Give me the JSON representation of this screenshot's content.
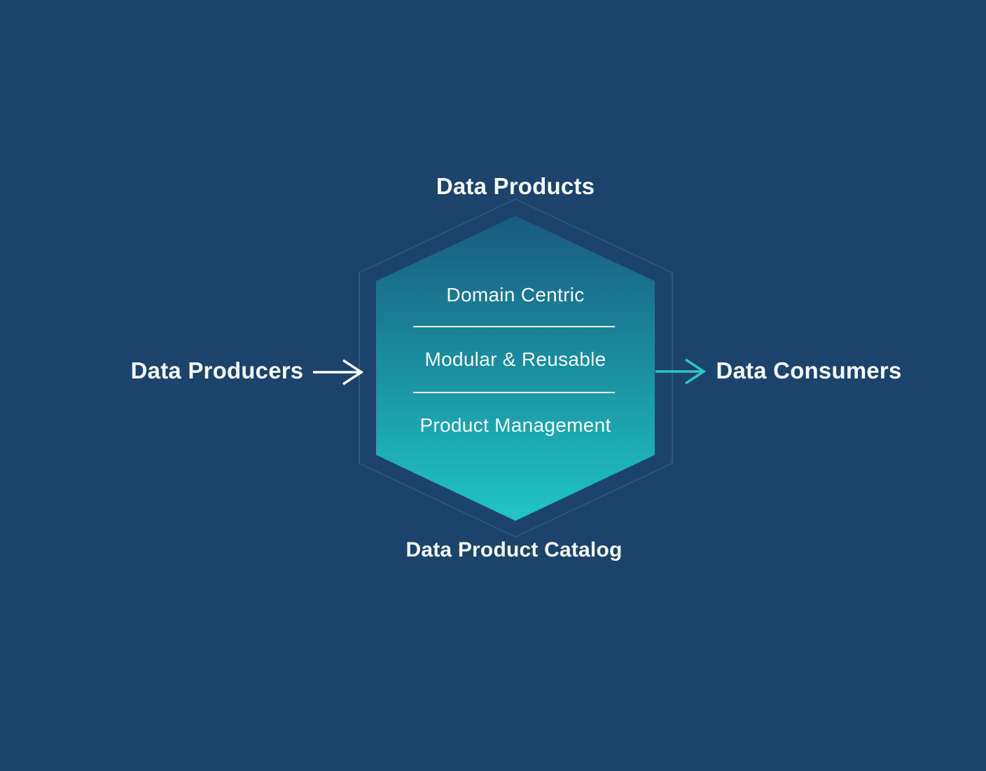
{
  "diagram": {
    "top_label": "Data Products",
    "left_label": "Data Producers",
    "right_label": "Data Consumers",
    "bottom_label": "Data Product Catalog",
    "hexagon_items": [
      "Domain Centric",
      "Modular & Reusable",
      "Product Management"
    ]
  },
  "icons": {
    "producer_arrow": "right-arrow",
    "consumer_arrow": "right-arrow"
  },
  "colors": {
    "background": "#1b436b",
    "hexagon_gradient_top": "#1a5a80",
    "hexagon_gradient_mid": "#1a8fa0",
    "hexagon_gradient_bottom": "#20c6c6",
    "hexagon_outline": "#2b577e",
    "separator": "#eef4f6",
    "text": "#f7fafc",
    "producer_arrow": "#ffffff",
    "consumer_arrow": "#2bc7c9"
  }
}
